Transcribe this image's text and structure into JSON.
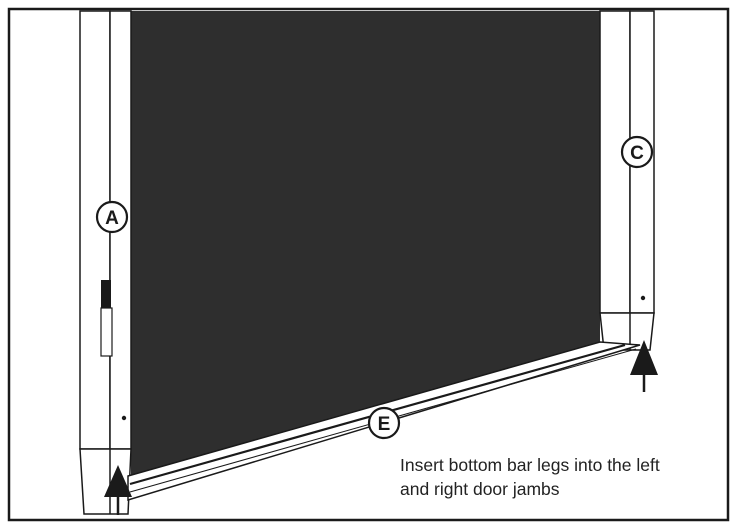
{
  "callouts": {
    "a": "A",
    "c": "C",
    "e": "E"
  },
  "caption": {
    "line1": "Insert bottom bar legs into the left",
    "line2": "and right door jambs"
  },
  "colors": {
    "screen": "#2e2e2e",
    "outline": "#1a1a1a",
    "background": "#ffffff"
  }
}
